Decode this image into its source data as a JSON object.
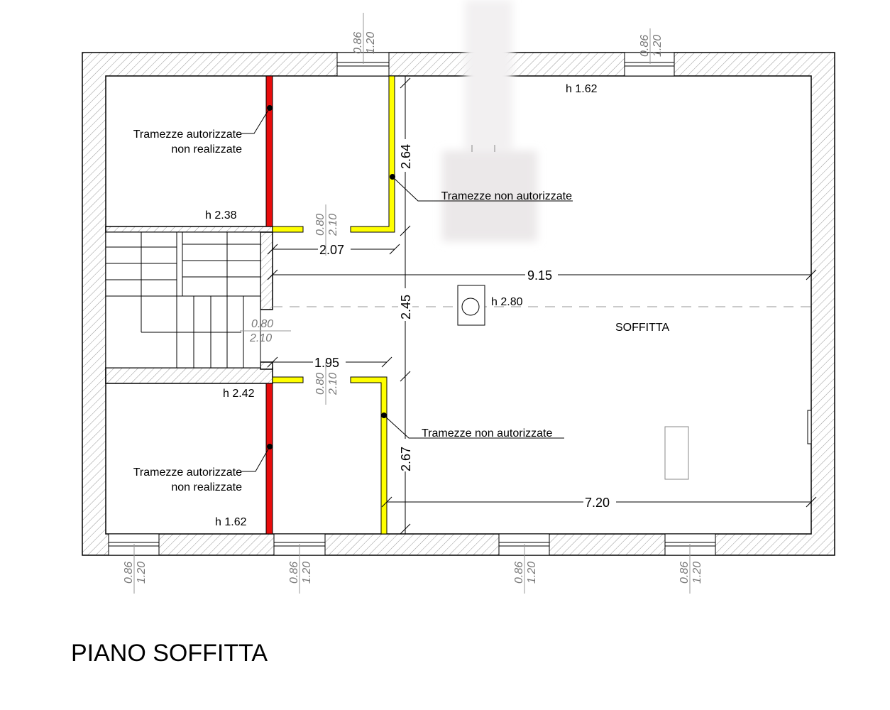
{
  "title": "PIANO SOFFITTA",
  "room_label": "SOFFITTA",
  "heights": {
    "top_right": "h 1.62",
    "top_left_room": "h 2.38",
    "chimney": "h 2.80",
    "bottom_left_top": "h 2.42",
    "bottom_left_bottom": "h 1.62"
  },
  "notes": {
    "authorized_line1": "Tramezze autorizzate",
    "authorized_line2": "non realizzate",
    "unauthorized": "Tramezze non autorizzate"
  },
  "dimensions": {
    "v_top": "2.64",
    "v_mid": "2.45",
    "v_bottom": "2.67",
    "h_total": "9.15",
    "h_bottom": "7.20",
    "h_upper_corridor": "2.07",
    "h_lower_corridor": "1.95"
  },
  "openings": {
    "window_height": "0.86",
    "window_width": "1.20",
    "door_width": "0.80",
    "door_height": "2.10"
  },
  "colors": {
    "authorized_wall": "#e80c0c",
    "unauthorized_wall": "#ffff00"
  }
}
